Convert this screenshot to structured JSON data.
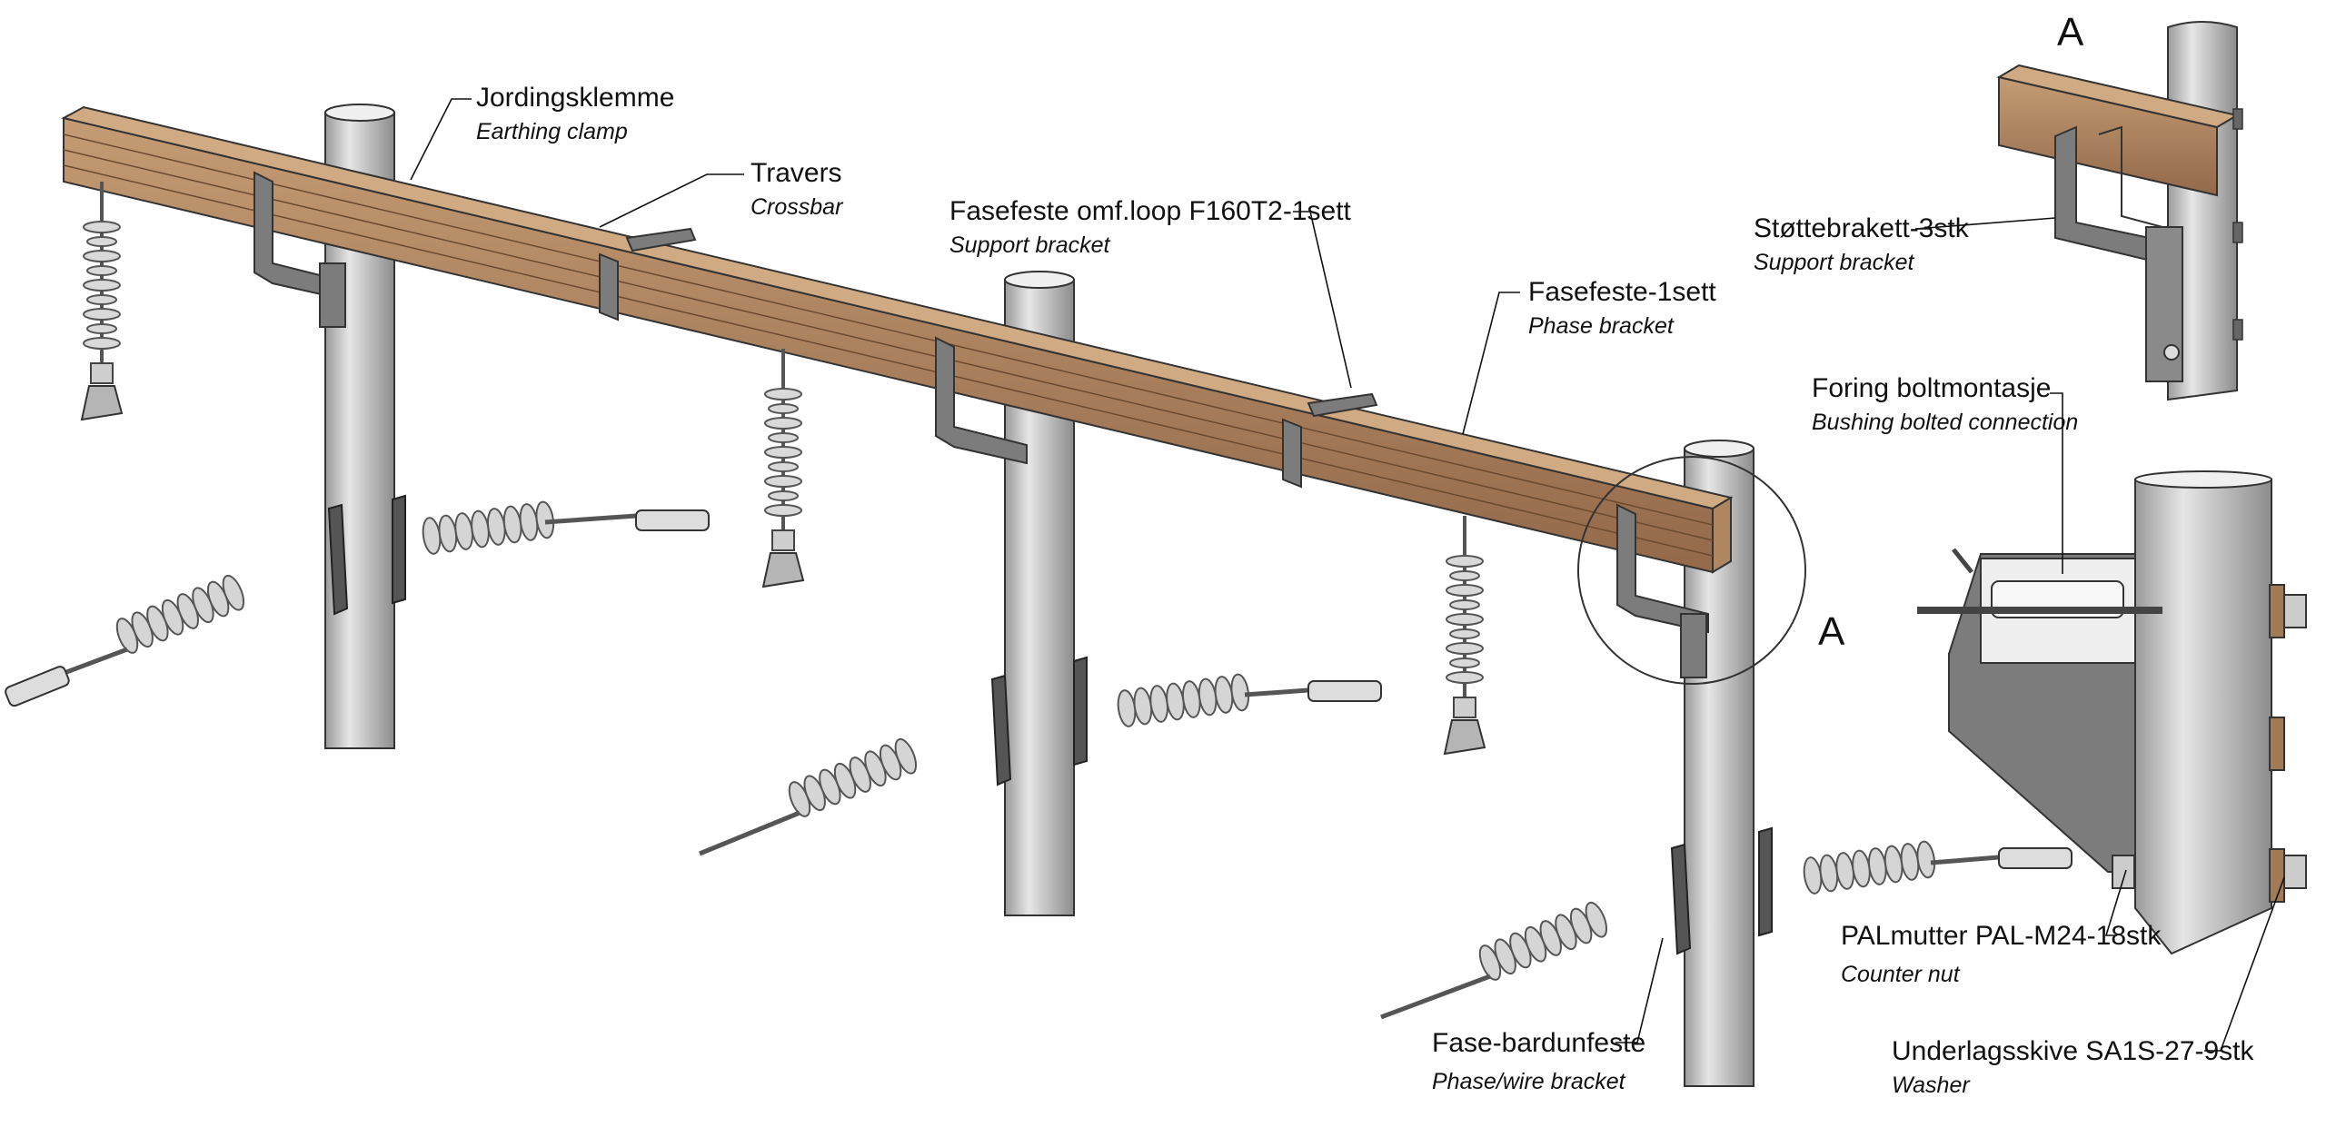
{
  "colors": {
    "wood": "#a9805a",
    "wood_dark": "#8a6342",
    "wood_light": "#c9a27c",
    "pole": "#c8c8c8",
    "pole_dark": "#8f8f8f",
    "metal": "#7c7c7c",
    "insulator": "#d2d2d2",
    "line": "#111111"
  },
  "labels": {
    "earthing_clamp": {
      "main": "Jordingsklemme",
      "sub": "Earthing clamp"
    },
    "crossbar": {
      "main": "Travers",
      "sub": "Crossbar"
    },
    "loop_bracket": {
      "main": "Fasefeste omf.loop F160T2-1sett",
      "sub": "Support bracket"
    },
    "phase_bracket": {
      "main": "Fasefeste-1sett",
      "sub": "Phase bracket"
    },
    "support_bracket": {
      "main": "Støttebrakett-3stk",
      "sub": "Support bracket"
    },
    "bushing": {
      "main": "Foring boltmontasje",
      "sub": "Bushing bolted connection"
    },
    "counter_nut": {
      "main": "PALmutter PAL-M24-18stk",
      "sub": "Counter nut"
    },
    "washer": {
      "main": "Underlagsskive SA1S-27-9stk",
      "sub": "Washer"
    },
    "wire_bracket": {
      "main": "Fase-bardunfeste",
      "sub": "Phase/wire bracket"
    }
  },
  "detail_markers": {
    "main_view": "A",
    "detail_view": "A"
  }
}
